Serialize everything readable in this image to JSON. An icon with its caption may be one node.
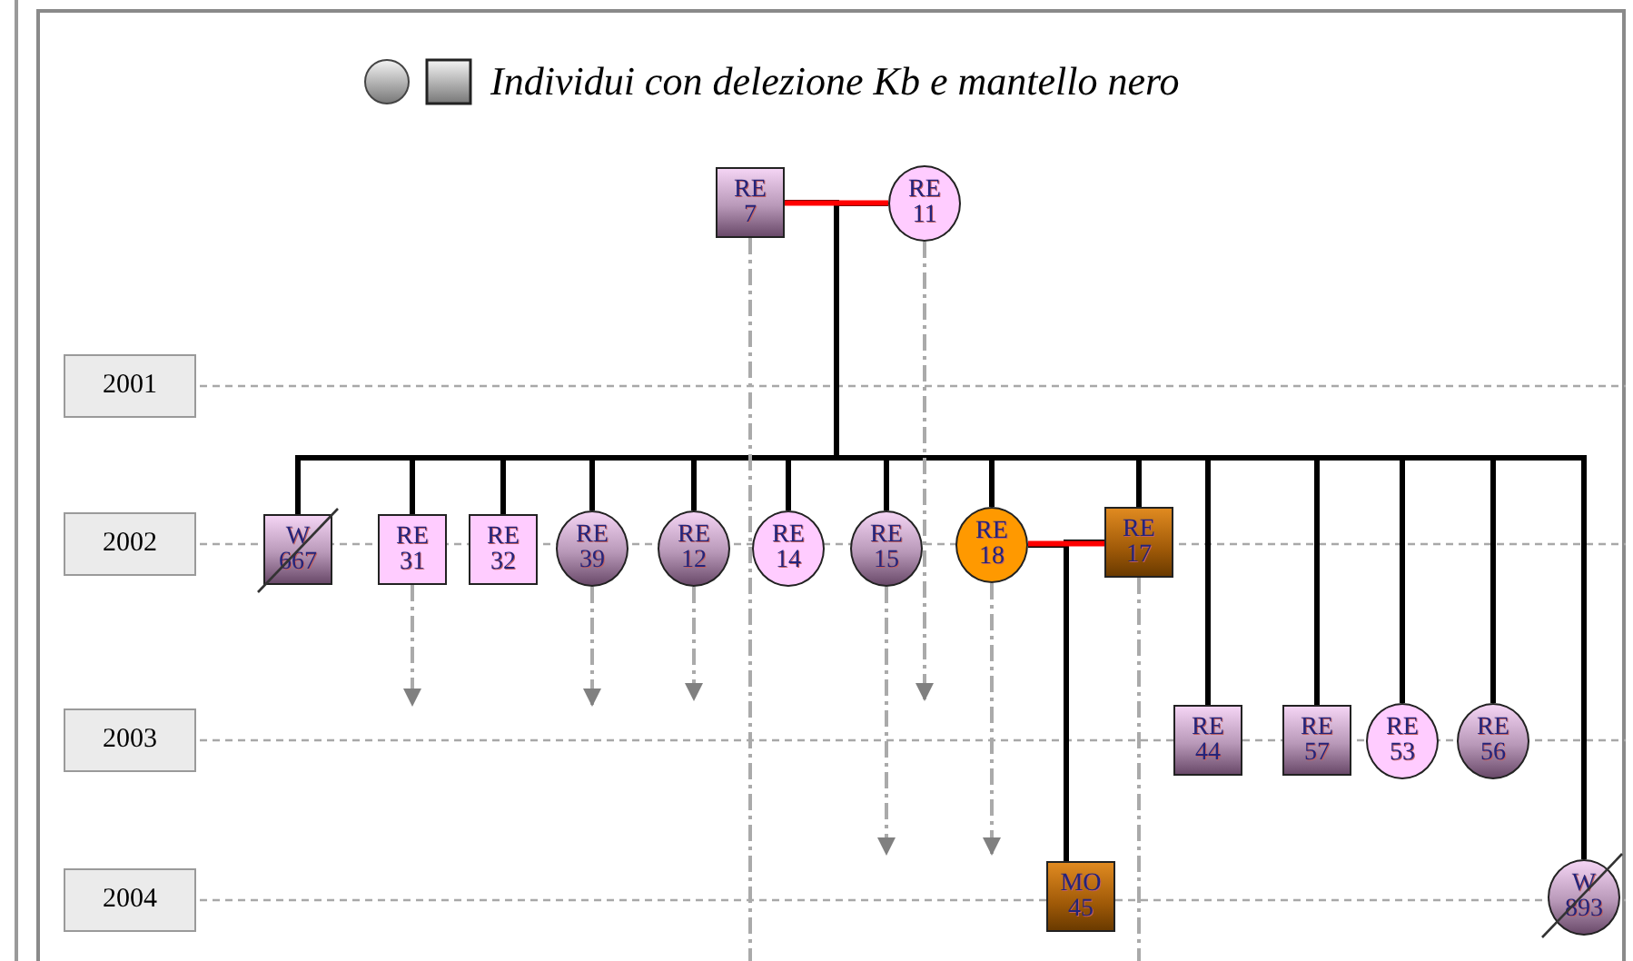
{
  "diagram": {
    "nodes": [
      {
        "text": [
          "2001"
        ]
      },
      {
        "text": [
          "2002"
        ]
      },
      {
        "text": [
          "2003"
        ]
      },
      {
        "text": [
          "2004"
        ]
      },
      {
        "text": [
          "RE 7"
        ]
      },
      {
        "text": [
          "RE 11"
        ]
      },
      {
        "text": [
          "W 667"
        ]
      },
      {
        "text": [
          "RE 31"
        ]
      },
      {
        "text": [
          "RE 32"
        ]
      },
      {
        "text": [
          "RE 39"
        ]
      },
      {
        "text": [
          "RE 12"
        ]
      },
      {
        "text": [
          "RE 14"
        ]
      },
      {
        "text": [
          "RE 15"
        ]
      },
      {
        "text": [
          "RE 18"
        ]
      },
      {
        "text": [
          "RE 17"
        ]
      },
      {
        "text": [
          "RE 44"
        ]
      },
      {
        "text": [
          "RE 57"
        ]
      },
      {
        "text": [
          "RE 53"
        ]
      },
      {
        "text": [
          "RE 56"
        ]
      },
      {
        "text": [
          "MO 45"
        ]
      },
      {
        "text": [
          "W 893"
        ]
      }
    ],
    "edges": [
      {
        "from": 4,
        "to": 5,
        "arrow": "none",
        "color": "#ff0000"
      },
      {
        "from": 4,
        "to": 6,
        "arrow": "none"
      },
      {
        "from": 5,
        "to": 6,
        "arrow": "none"
      },
      {
        "from": 4,
        "to": 7,
        "arrow": "none"
      },
      {
        "from": 5,
        "to": 7,
        "arrow": "none"
      },
      {
        "from": 4,
        "to": 8,
        "arrow": "none"
      },
      {
        "from": 5,
        "to": 8,
        "arrow": "none"
      },
      {
        "from": 4,
        "to": 9,
        "arrow": "none"
      },
      {
        "from": 5,
        "to": 9,
        "arrow": "none"
      },
      {
        "from": 4,
        "to": 10,
        "arrow": "none"
      },
      {
        "from": 5,
        "to": 10,
        "arrow": "none"
      },
      {
        "from": 4,
        "to": 11,
        "arrow": "none"
      },
      {
        "from": 5,
        "to": 11,
        "arrow": "none"
      },
      {
        "from": 4,
        "to": 12,
        "arrow": "none"
      },
      {
        "from": 5,
        "to": 12,
        "arrow": "none"
      },
      {
        "from": 4,
        "to": 13,
        "arrow": "none"
      },
      {
        "from": 5,
        "to": 13,
        "arrow": "none"
      },
      {
        "from": 4,
        "to": 14,
        "arrow": "none"
      },
      {
        "from": 5,
        "to": 14,
        "arrow": "none"
      },
      {
        "from": 4,
        "to": 15,
        "arrow": "none"
      },
      {
        "from": 5,
        "to": 15,
        "arrow": "none"
      },
      {
        "from": 4,
        "to": 16,
        "arrow": "none"
      },
      {
        "from": 5,
        "to": 16,
        "arrow": "none"
      },
      {
        "from": 4,
        "to": 17,
        "arrow": "none"
      },
      {
        "from": 5,
        "to": 17,
        "arrow": "none"
      },
      {
        "from": 4,
        "to": 18,
        "arrow": "none"
      },
      {
        "from": 5,
        "to": 18,
        "arrow": "none"
      },
      {
        "from": 4,
        "to": 20,
        "arrow": "none"
      },
      {
        "from": 5,
        "to": 20,
        "arrow": "none"
      },
      {
        "from": 13,
        "to": 14,
        "arrow": "none",
        "color": "#ff0000"
      },
      {
        "from": 13,
        "to": 19,
        "arrow": "none"
      },
      {
        "from": 14,
        "to": 19,
        "arrow": "none"
      },
      {
        "from": 4,
        "to": null,
        "arrow": "none",
        "style": "dashed",
        "color": "#aaaaaa"
      },
      {
        "from": 5,
        "to": null,
        "arrow": "to",
        "style": "dashed",
        "color": "#aaaaaa"
      },
      {
        "from": 7,
        "to": null,
        "arrow": "to",
        "style": "dashed",
        "color": "#aaaaaa"
      },
      {
        "from": 9,
        "to": null,
        "arrow": "to",
        "style": "dashed",
        "color": "#aaaaaa"
      },
      {
        "from": 10,
        "to": null,
        "arrow": "to",
        "style": "dashed",
        "color": "#aaaaaa"
      },
      {
        "from": 12,
        "to": null,
        "arrow": "to",
        "style": "dashed",
        "color": "#aaaaaa"
      },
      {
        "from": 13,
        "to": null,
        "arrow": "to",
        "style": "dashed",
        "color": "#aaaaaa"
      },
      {
        "from": 14,
        "to": null,
        "arrow": "none",
        "style": "dashed",
        "color": "#aaaaaa"
      }
    ],
    "legend": [
      {
        "text": "Individui con delezione Kb e mantello nero"
      }
    ]
  }
}
